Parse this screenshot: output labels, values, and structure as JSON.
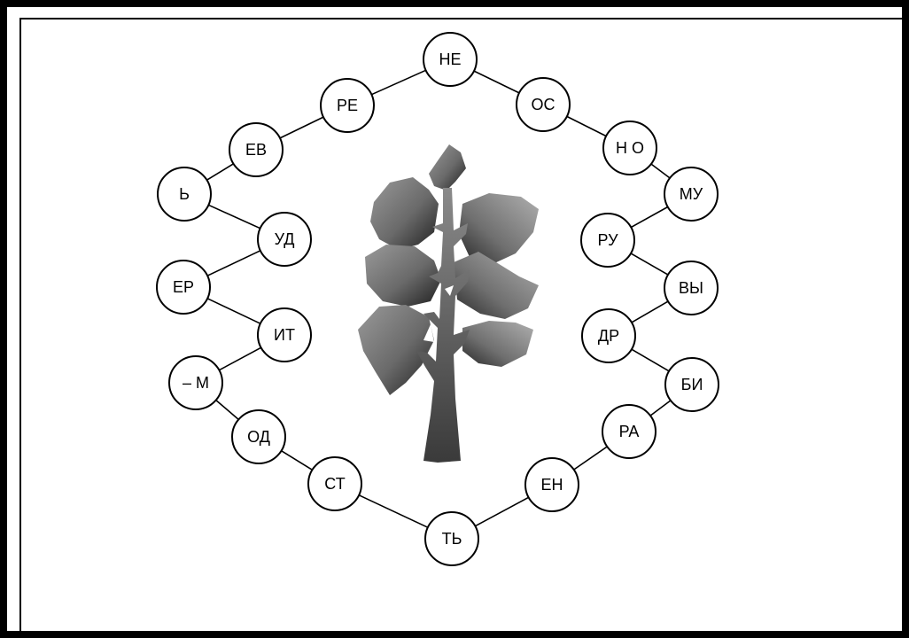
{
  "puzzle": {
    "nodes": [
      {
        "id": "n01",
        "label": "НЕ"
      },
      {
        "id": "n02",
        "label": "РЕ"
      },
      {
        "id": "n03",
        "label": "ЕВ"
      },
      {
        "id": "n04",
        "label": "Ь"
      },
      {
        "id": "n05",
        "label": "УД"
      },
      {
        "id": "n06",
        "label": "ЕР"
      },
      {
        "id": "n07",
        "label": "ИТ"
      },
      {
        "id": "n08",
        "label": "– М"
      },
      {
        "id": "n09",
        "label": "ОД"
      },
      {
        "id": "n10",
        "label": "СТ"
      },
      {
        "id": "n11",
        "label": "ТЬ"
      },
      {
        "id": "n12",
        "label": "ЕН"
      },
      {
        "id": "n13",
        "label": "РА"
      },
      {
        "id": "n14",
        "label": "БИ"
      },
      {
        "id": "n15",
        "label": "ДР"
      },
      {
        "id": "n16",
        "label": "ВЫ"
      },
      {
        "id": "n17",
        "label": "РУ"
      },
      {
        "id": "n18",
        "label": "МУ"
      },
      {
        "id": "n19",
        "label": "Н О"
      },
      {
        "id": "n20",
        "label": "ОС"
      }
    ],
    "center_image": "tree-illustration",
    "colors": {
      "frame": "#000000",
      "tree_dark": "#2b2b2b",
      "tree_mid": "#7a7a7a",
      "tree_light": "#b5b5b5"
    }
  }
}
